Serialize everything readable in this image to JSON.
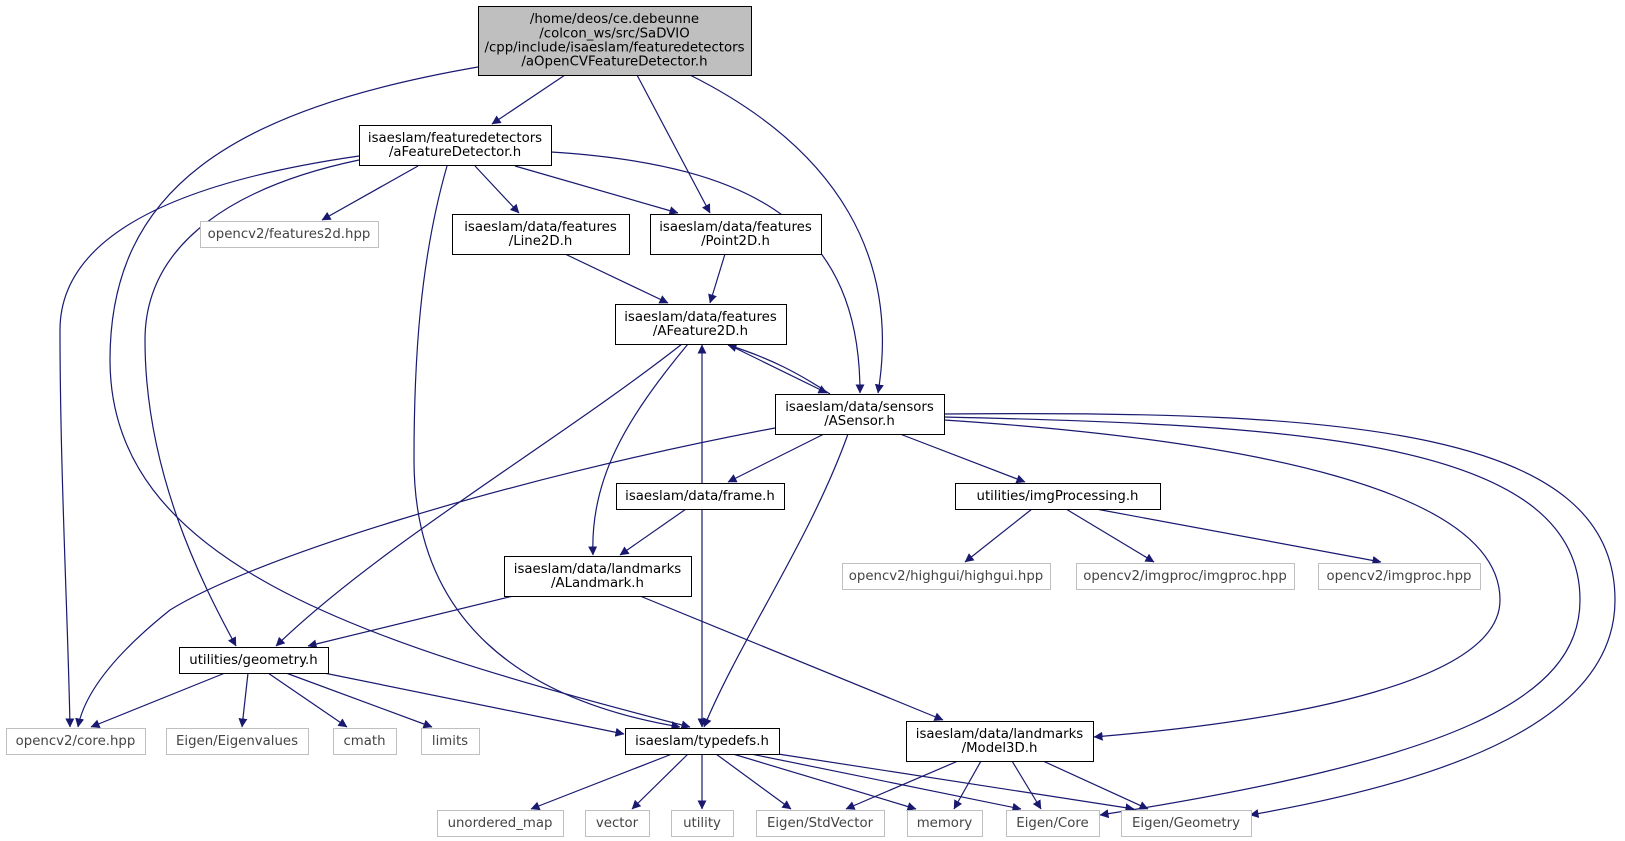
{
  "diagram": {
    "title": "",
    "colors": {
      "edge": "#191970",
      "root_fill": "#bfbfbf",
      "node_border": "#000000",
      "external_border": "#bfbfbf",
      "background": "#ffffff"
    },
    "nodes": [
      {
        "id": "root",
        "kind": "root",
        "lines": [
          "/home/deos/ce.debeunne",
          "/colcon_ws/src/SaDVIO",
          "/cpp/include/isaeslam/featuredetectors",
          "/aOpenCVFeatureDetector.h"
        ]
      },
      {
        "id": "afeaturedetector",
        "kind": "header",
        "lines": [
          "isaeslam/featuredetectors",
          "/aFeatureDetector.h"
        ]
      },
      {
        "id": "features2d",
        "kind": "external",
        "lines": [
          "opencv2/features2d.hpp"
        ]
      },
      {
        "id": "line2d",
        "kind": "header",
        "lines": [
          "isaeslam/data/features",
          "/Line2D.h"
        ]
      },
      {
        "id": "point2d",
        "kind": "header",
        "lines": [
          "isaeslam/data/features",
          "/Point2D.h"
        ]
      },
      {
        "id": "afeature2d",
        "kind": "header",
        "lines": [
          "isaeslam/data/features",
          "/AFeature2D.h"
        ]
      },
      {
        "id": "asensor",
        "kind": "header",
        "lines": [
          "isaeslam/data/sensors",
          "/ASensor.h"
        ]
      },
      {
        "id": "frame",
        "kind": "header",
        "lines": [
          "isaeslam/data/frame.h"
        ]
      },
      {
        "id": "imgprocessing",
        "kind": "header",
        "lines": [
          "utilities/imgProcessing.h"
        ]
      },
      {
        "id": "highgui",
        "kind": "external",
        "lines": [
          "opencv2/highgui/highgui.hpp"
        ]
      },
      {
        "id": "imgproc_imgproc",
        "kind": "external",
        "lines": [
          "opencv2/imgproc/imgproc.hpp"
        ]
      },
      {
        "id": "imgproc",
        "kind": "external",
        "lines": [
          "opencv2/imgproc.hpp"
        ]
      },
      {
        "id": "alandmark",
        "kind": "header",
        "lines": [
          "isaeslam/data/landmarks",
          "/ALandmark.h"
        ]
      },
      {
        "id": "geometry",
        "kind": "header",
        "lines": [
          "utilities/geometry.h"
        ]
      },
      {
        "id": "corehpp",
        "kind": "external",
        "lines": [
          "opencv2/core.hpp"
        ]
      },
      {
        "id": "eigenvalues",
        "kind": "external",
        "lines": [
          "Eigen/Eigenvalues"
        ]
      },
      {
        "id": "cmath",
        "kind": "external",
        "lines": [
          "cmath"
        ]
      },
      {
        "id": "limits",
        "kind": "external",
        "lines": [
          "limits"
        ]
      },
      {
        "id": "typedefs",
        "kind": "header",
        "lines": [
          "isaeslam/typedefs.h"
        ]
      },
      {
        "id": "model3d",
        "kind": "header",
        "lines": [
          "isaeslam/data/landmarks",
          "/Model3D.h"
        ]
      },
      {
        "id": "unordered_map",
        "kind": "external",
        "lines": [
          "unordered_map"
        ]
      },
      {
        "id": "vector",
        "kind": "external",
        "lines": [
          "vector"
        ]
      },
      {
        "id": "utility",
        "kind": "external",
        "lines": [
          "utility"
        ]
      },
      {
        "id": "stdvector",
        "kind": "external",
        "lines": [
          "Eigen/StdVector"
        ]
      },
      {
        "id": "memory",
        "kind": "external",
        "lines": [
          "memory"
        ]
      },
      {
        "id": "eigencore",
        "kind": "external",
        "lines": [
          "Eigen/Core"
        ]
      },
      {
        "id": "eigengeometry",
        "kind": "external",
        "lines": [
          "Eigen/Geometry"
        ]
      }
    ],
    "edges": [
      {
        "from": "root",
        "to": "afeaturedetector"
      },
      {
        "from": "root",
        "to": "point2d"
      },
      {
        "from": "root",
        "to": "asensor"
      },
      {
        "from": "root",
        "to": "typedefs"
      },
      {
        "from": "afeaturedetector",
        "to": "corehpp"
      },
      {
        "from": "afeaturedetector",
        "to": "geometry"
      },
      {
        "from": "afeaturedetector",
        "to": "features2d"
      },
      {
        "from": "afeaturedetector",
        "to": "line2d"
      },
      {
        "from": "afeaturedetector",
        "to": "point2d"
      },
      {
        "from": "afeaturedetector",
        "to": "typedefs"
      },
      {
        "from": "afeaturedetector",
        "to": "asensor"
      },
      {
        "from": "line2d",
        "to": "afeature2d"
      },
      {
        "from": "point2d",
        "to": "afeature2d"
      },
      {
        "from": "afeature2d",
        "to": "asensor"
      },
      {
        "from": "afeature2d",
        "to": "geometry"
      },
      {
        "from": "afeature2d",
        "to": "alandmark"
      },
      {
        "from": "asensor",
        "to": "afeature2d"
      },
      {
        "from": "asensor",
        "to": "corehpp"
      },
      {
        "from": "asensor",
        "to": "frame"
      },
      {
        "from": "asensor",
        "to": "typedefs"
      },
      {
        "from": "asensor",
        "to": "imgprocessing"
      },
      {
        "from": "asensor",
        "to": "model3d"
      },
      {
        "from": "asensor",
        "to": "eigencore"
      },
      {
        "from": "asensor",
        "to": "eigengeometry"
      },
      {
        "from": "frame",
        "to": "afeature2d"
      },
      {
        "from": "frame",
        "to": "alandmark"
      },
      {
        "from": "frame",
        "to": "typedefs"
      },
      {
        "from": "imgprocessing",
        "to": "highgui"
      },
      {
        "from": "imgprocessing",
        "to": "imgproc_imgproc"
      },
      {
        "from": "imgprocessing",
        "to": "imgproc"
      },
      {
        "from": "alandmark",
        "to": "geometry"
      },
      {
        "from": "alandmark",
        "to": "model3d"
      },
      {
        "from": "geometry",
        "to": "corehpp"
      },
      {
        "from": "geometry",
        "to": "eigenvalues"
      },
      {
        "from": "geometry",
        "to": "cmath"
      },
      {
        "from": "geometry",
        "to": "limits"
      },
      {
        "from": "geometry",
        "to": "typedefs"
      },
      {
        "from": "typedefs",
        "to": "unordered_map"
      },
      {
        "from": "typedefs",
        "to": "vector"
      },
      {
        "from": "typedefs",
        "to": "utility"
      },
      {
        "from": "typedefs",
        "to": "stdvector"
      },
      {
        "from": "typedefs",
        "to": "memory"
      },
      {
        "from": "typedefs",
        "to": "eigencore"
      },
      {
        "from": "typedefs",
        "to": "eigengeometry"
      },
      {
        "from": "model3d",
        "to": "stdvector"
      },
      {
        "from": "model3d",
        "to": "memory"
      },
      {
        "from": "model3d",
        "to": "eigencore"
      },
      {
        "from": "model3d",
        "to": "eigengeometry"
      }
    ]
  }
}
